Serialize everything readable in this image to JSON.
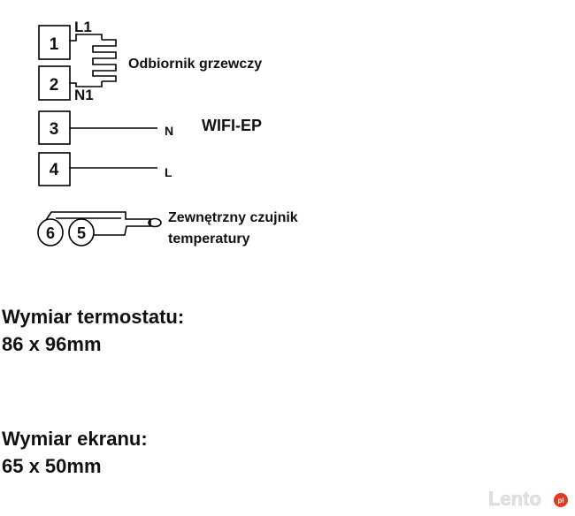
{
  "diagram": {
    "terminals": [
      "1",
      "2",
      "3",
      "4",
      "6",
      "5"
    ],
    "labels": {
      "l1": "L1",
      "n1": "N1",
      "heater": "Odbiornik grzewczy",
      "n": "N",
      "l": "L",
      "model": "WIFI-EP",
      "sensor_line1": "Zewnętrzny czujnik",
      "sensor_line2": "temperatury"
    }
  },
  "dimensions": {
    "thermostat_label": "Wymiar termostatu:",
    "thermostat_value": "86 x 96mm",
    "screen_label": "Wymiar ekranu:",
    "screen_value": "65 x 50mm"
  },
  "watermark": {
    "text": "Lento",
    "badge": "pl"
  },
  "colors": {
    "line": "#000000",
    "text": "#111111",
    "watermark": "#e2e2e2",
    "badge": "#e23a1c"
  }
}
